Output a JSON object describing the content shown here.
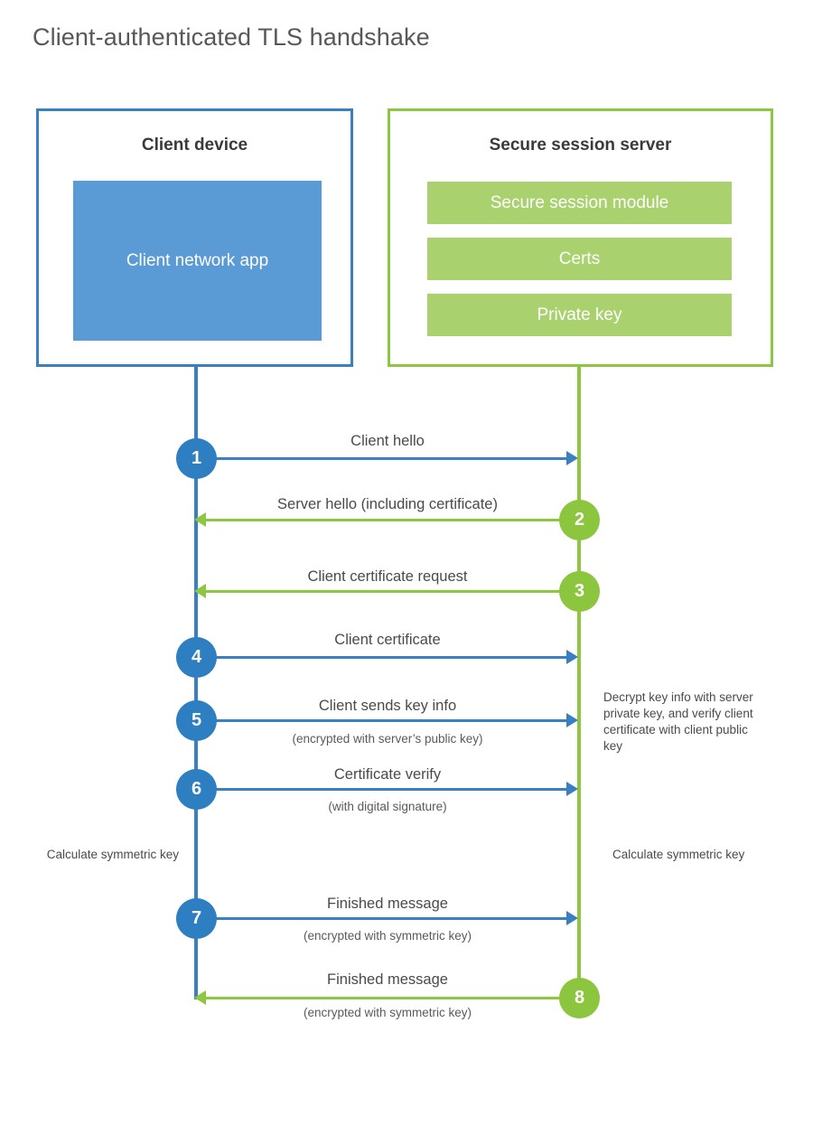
{
  "title": "Client-authenticated TLS handshake",
  "colors": {
    "client_accent": "#3a7fc1",
    "client_fill": "#5b9bd5",
    "server_accent": "#8dc63f",
    "server_fill": "#a9d26f",
    "step_blue": "#2e7fc1",
    "step_green": "#8cc63f",
    "text": "#4a4a4a",
    "title_text": "#585858"
  },
  "actors": {
    "client": {
      "title": "Client device",
      "block_label": "Client network app"
    },
    "server": {
      "title": "Secure session server",
      "bars": [
        "Secure session module",
        "Certs",
        "Private key"
      ]
    }
  },
  "chart_data": {
    "type": "sequence-diagram",
    "title": "Client-authenticated TLS handshake",
    "participants": [
      "Client device",
      "Secure session server"
    ],
    "steps": [
      {
        "number": "1",
        "label": "Client hello",
        "sublabel": "",
        "from": "client",
        "to": "server",
        "direction": "right",
        "color": "#3a7fc1"
      },
      {
        "number": "2",
        "label": "Server hello (including certificate)",
        "sublabel": "",
        "from": "server",
        "to": "client",
        "direction": "left",
        "color": "#8cc63f"
      },
      {
        "number": "3",
        "label": "Client certificate request",
        "sublabel": "",
        "from": "server",
        "to": "client",
        "direction": "left",
        "color": "#8cc63f"
      },
      {
        "number": "4",
        "label": "Client certificate",
        "sublabel": "",
        "from": "client",
        "to": "server",
        "direction": "right",
        "color": "#3a7fc1"
      },
      {
        "number": "5",
        "label": "Client sends key info",
        "sublabel": "(encrypted with server’s public key)",
        "from": "client",
        "to": "server",
        "direction": "right",
        "color": "#3a7fc1"
      },
      {
        "number": "6",
        "label": "Certificate verify",
        "sublabel": "(with digital signature)",
        "from": "client",
        "to": "server",
        "direction": "right",
        "color": "#3a7fc1"
      },
      {
        "number": "7",
        "label": "Finished message",
        "sublabel": "(encrypted with symmetric key)",
        "from": "client",
        "to": "server",
        "direction": "right",
        "color": "#3a7fc1"
      },
      {
        "number": "8",
        "label": "Finished message",
        "sublabel": "(encrypted with symmetric key)",
        "from": "server",
        "to": "client",
        "direction": "left",
        "color": "#8cc63f"
      }
    ],
    "annotations": [
      {
        "id": "decrypt",
        "side": "server",
        "text": "Decrypt key info with server private key, and verify client certificate with client public key"
      },
      {
        "id": "calc-client",
        "side": "client",
        "text": "Calculate symmetric key"
      },
      {
        "id": "calc-server",
        "side": "server",
        "text": "Calculate symmetric key"
      }
    ]
  }
}
